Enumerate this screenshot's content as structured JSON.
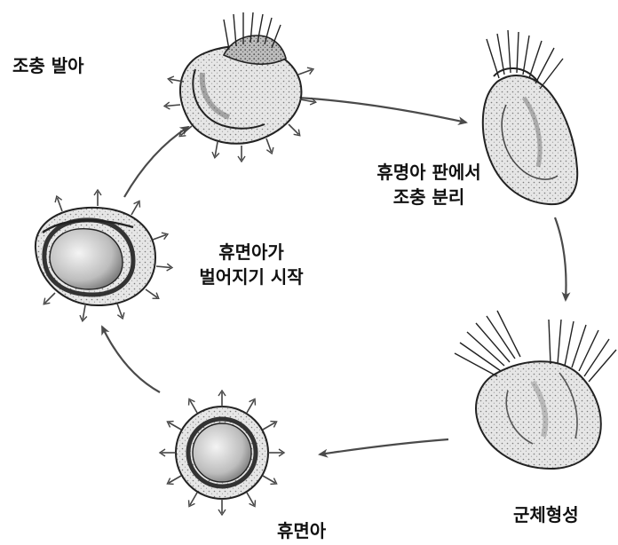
{
  "labels": {
    "stage1": "조충 발아",
    "stage2_line1": "휴명아 판에서",
    "stage2_line2": "조충 분리",
    "stage3": "군체형성",
    "stage4": "휴면아",
    "stage5_line1": "휴면아가",
    "stage5_line2": "벌어지기 시작"
  },
  "colors": {
    "ink": "#222222",
    "shade": "#8a8a8a",
    "fill": "#d9d9d9",
    "arrow": "#4a4a4a",
    "background": "#ffffff"
  }
}
